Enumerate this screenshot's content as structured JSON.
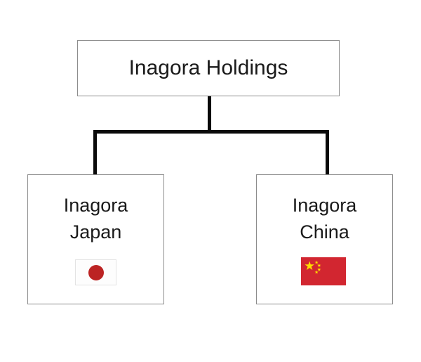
{
  "diagram": {
    "type": "org-chart",
    "title_text": "",
    "background_color": "#ffffff",
    "root": {
      "label": "Inagora Holdings",
      "border_color": "#8c8c8c",
      "fill_color": "#ffffff"
    },
    "children": [
      {
        "label_line1": "Inagora",
        "label_line2": "Japan",
        "flag": "japan-flag-icon",
        "flag_colors": {
          "field": "#ffffff",
          "disc": "#bc2323"
        },
        "border_color": "#8c8c8c",
        "fill_color": "#ffffff"
      },
      {
        "label_line1": "Inagora",
        "label_line2": "China",
        "flag": "china-flag-icon",
        "flag_colors": {
          "field": "#d22630",
          "stars": "#ffde00"
        },
        "border_color": "#8c8c8c",
        "fill_color": "#ffffff"
      }
    ],
    "connector_color": "#0a0a0a"
  }
}
